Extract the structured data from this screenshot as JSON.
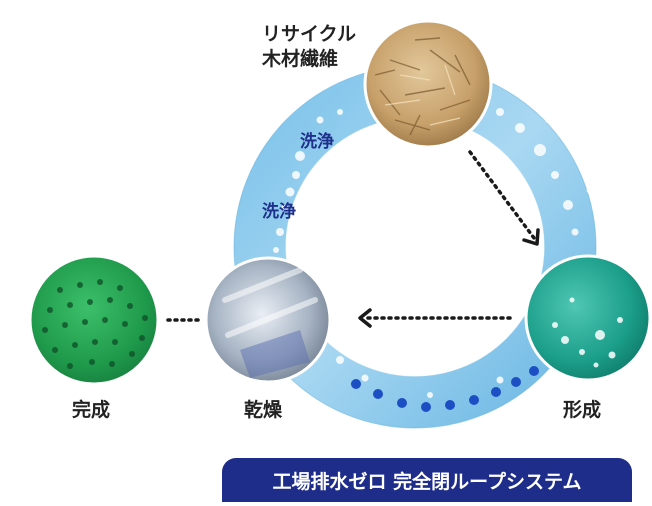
{
  "labels": {
    "recycled_wood_fiber": [
      "リサイクル",
      "木材繊維"
    ],
    "wash_1": "洗浄",
    "wash_2": "洗浄",
    "forming": "形成",
    "drying": "乾燥",
    "finished": "完成"
  },
  "banner": "工場排水ゼロ 完全閉ループシステム",
  "colors": {
    "ring": "#9fd0ee",
    "ring_edge": "#5fb0e0",
    "banner": "#1e2d8a",
    "wash_text": "#1f2f8c",
    "dots": "#1d4fc4",
    "arrow": "#1a1a1a",
    "finished_green": "#1f9a4b",
    "forming_teal": "#1b9e8a"
  }
}
